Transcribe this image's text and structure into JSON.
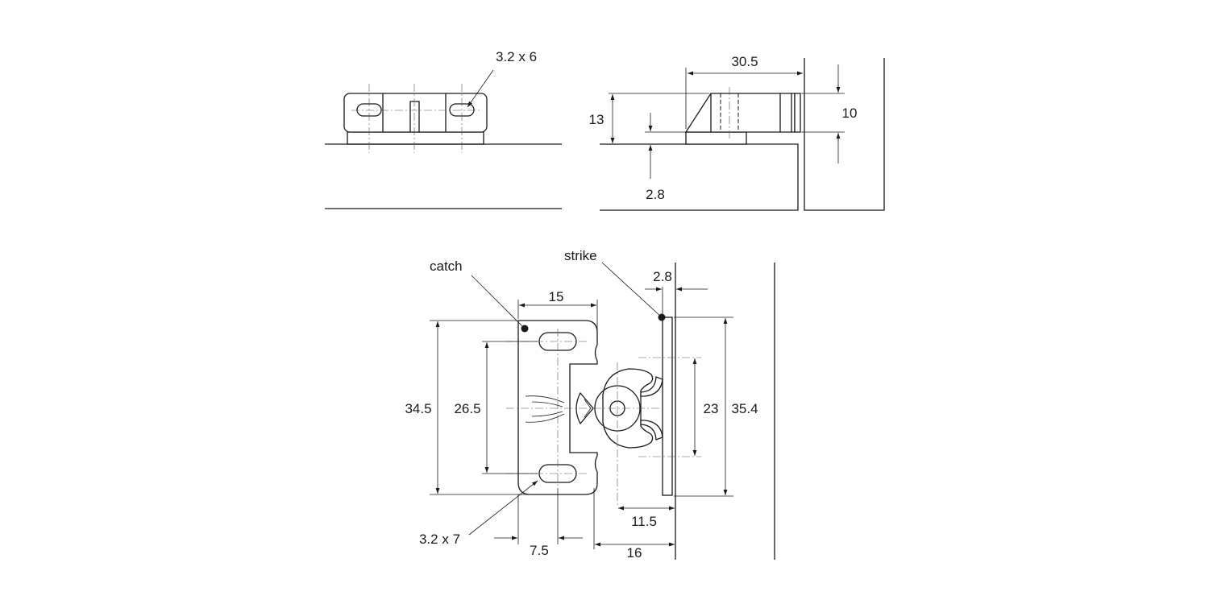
{
  "top_left_view": {
    "hole_label": "3.2 x 6"
  },
  "top_right_view": {
    "width_label": "30.5",
    "height_label": "13",
    "depth_label": "10",
    "plate_label": "2.8"
  },
  "bottom_view": {
    "catch_label": "catch",
    "strike_label": "strike",
    "strike_thickness": "2.8",
    "catch_width": "15",
    "catch_height": "34.5",
    "hole_spacing": "26.5",
    "roller_span": "23",
    "strike_height": "35.4",
    "roller_offset": "11.5",
    "hole_label": "3.2 x 7",
    "hole_offset": "7.5",
    "total_depth": "16"
  }
}
